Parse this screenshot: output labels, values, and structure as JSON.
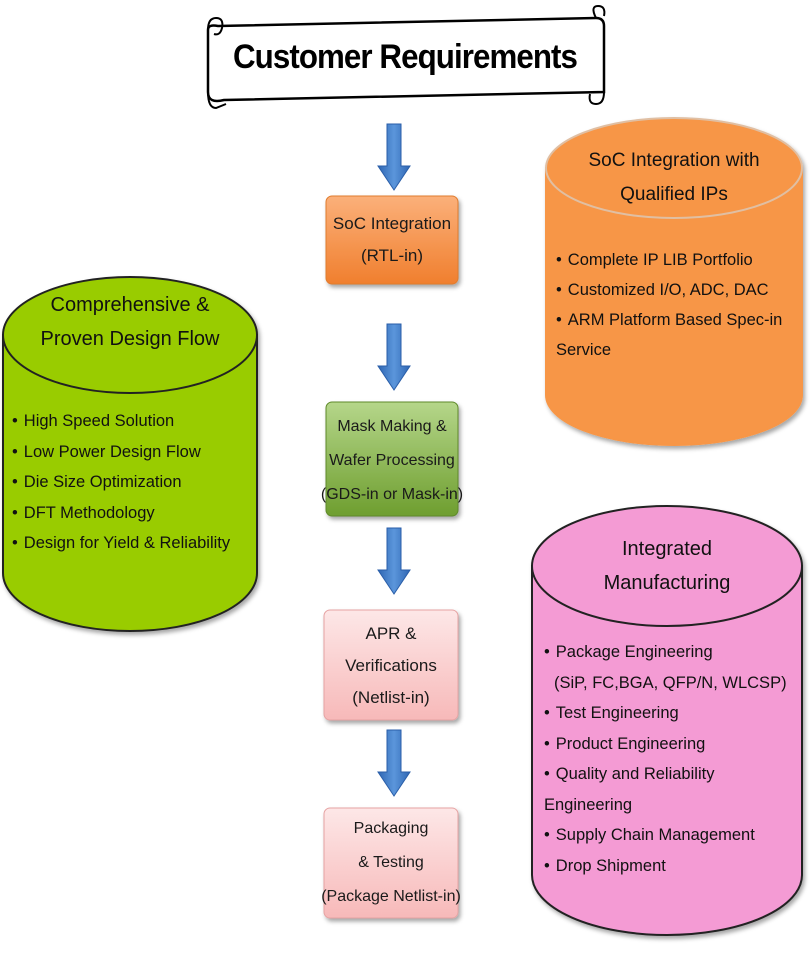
{
  "title": "Customer Requirements",
  "steps": [
    {
      "lines": [
        "SoC Integration",
        "(RTL-in)"
      ]
    },
    {
      "lines": [
        "Mask Making &",
        "Wafer Processing",
        "(GDS-in or Mask-in)"
      ]
    },
    {
      "lines": [
        "APR &",
        "Verifications",
        "(Netlist-in)"
      ]
    },
    {
      "lines": [
        "Packaging",
        "& Testing",
        "(Package Netlist-in)"
      ]
    }
  ],
  "cylinders": {
    "design": {
      "title": [
        "Comprehensive &",
        "Proven Design Flow"
      ],
      "items": [
        "High Speed Solution",
        "Low Power Design Flow",
        "Die Size Optimization",
        "DFT Methodology",
        "Design for Yield & Reliability"
      ],
      "color": "#99cc00"
    },
    "ip": {
      "title": [
        "SoC Integration with",
        "Qualified IPs"
      ],
      "items": [
        "Complete IP LIB Portfolio",
        "Customized I/O, ADC, DAC",
        "ARM Platform Based Spec-in"
      ],
      "item_cont": "Service",
      "color": "#f79646"
    },
    "manufacturing": {
      "title": [
        "Integrated",
        "Manufacturing"
      ],
      "items": [
        "Package Engineering"
      ],
      "item0_cont": "(SiP, FC,BGA, QFP/N, WLCSP)",
      "items2": [
        "Test Engineering",
        "Product Engineering",
        "Quality and Reliability"
      ],
      "item_cont": "Engineering",
      "items3": [
        "Supply Chain Management",
        "Drop Shipment"
      ],
      "color": "#f49bd4"
    }
  },
  "colors": {
    "step_orange": "#f79646",
    "step_green": "#8dbb4d",
    "step_pink": "#fbd5d5",
    "arrow": "#3c7ac9"
  }
}
